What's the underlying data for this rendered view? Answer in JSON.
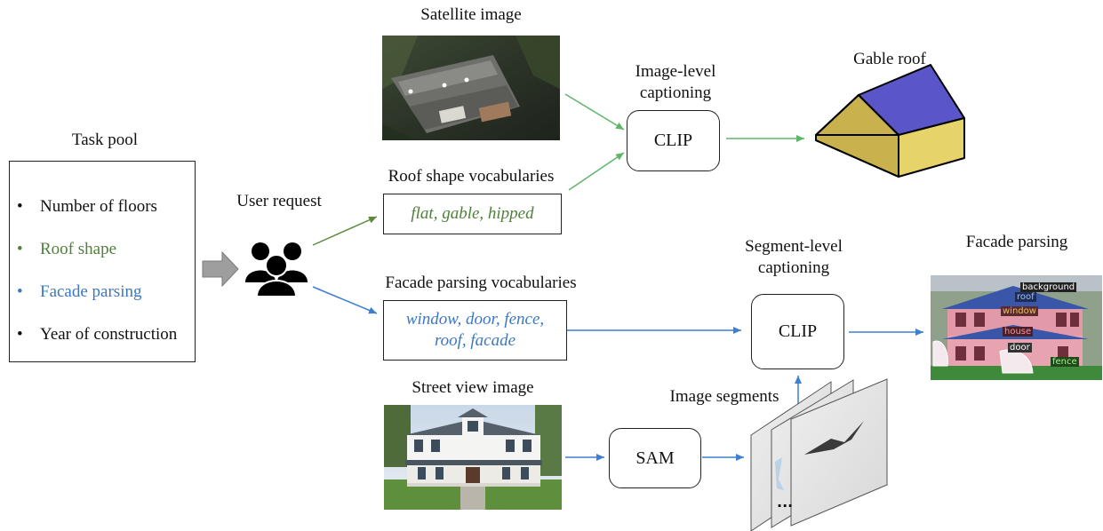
{
  "task_pool": {
    "title": "Task pool",
    "items": [
      {
        "label": "Number of floors",
        "color": "#111111"
      },
      {
        "label": "Roof shape",
        "color": "#4f7f3a"
      },
      {
        "label": "Facade parsing",
        "color": "#3b78c4"
      },
      {
        "label": "Year of construction",
        "color": "#111111"
      }
    ]
  },
  "user_request": {
    "label": "User request",
    "icon": "users-icon"
  },
  "satellite": {
    "label": "Satellite image"
  },
  "roof_vocab": {
    "title": "Roof shape vocabularies",
    "text": "flat, gable, hipped"
  },
  "facade_vocab": {
    "title": "Facade parsing vocabularies",
    "line1": "window, door, fence,",
    "line2": "roof, facade"
  },
  "image_level": {
    "line1": "Image-level",
    "line2": "captioning",
    "box": "CLIP"
  },
  "gable": {
    "label": "Gable roof"
  },
  "segment_level": {
    "line1": "Segment-level",
    "line2": "captioning",
    "box": "CLIP"
  },
  "facade_parsing": {
    "label": "Facade parsing",
    "tags": [
      "background",
      "roof",
      "window",
      "house",
      "door",
      "fence"
    ]
  },
  "street_view": {
    "label": "Street view image"
  },
  "sam": {
    "box": "SAM"
  },
  "segments": {
    "label": "Image segments",
    "ellipsis": "..."
  },
  "colors": {
    "green_arrow": "#5fb56a",
    "blue_arrow": "#3f7fcf",
    "roof_purple": "#5a55c8",
    "wall_yellow": "#d8c25a"
  }
}
